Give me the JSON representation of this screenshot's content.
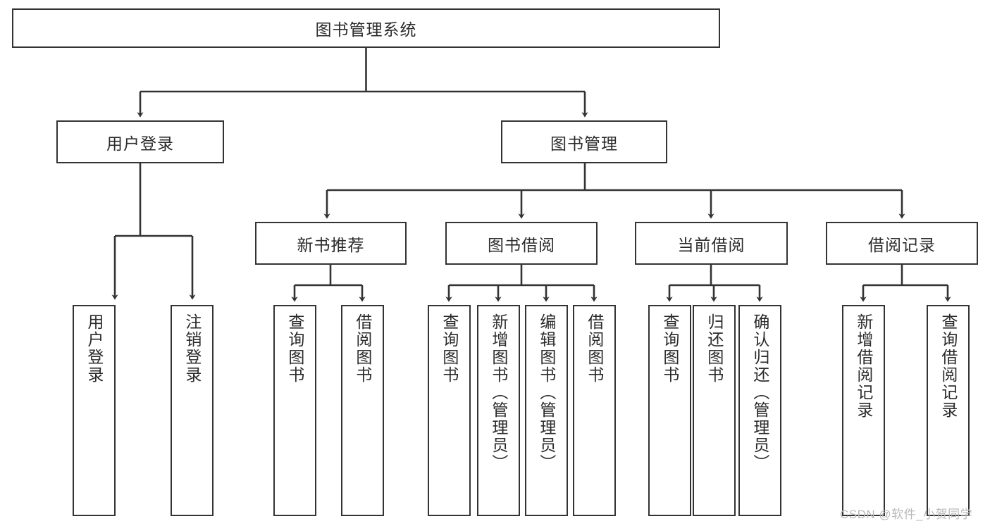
{
  "diagram": {
    "title": "图书管理系统",
    "type": "functional-decomposition-tree",
    "root": {
      "label": "图书管理系统"
    },
    "level2": [
      {
        "id": "user-login",
        "label": "用户登录"
      },
      {
        "id": "book-management",
        "label": "图书管理"
      }
    ],
    "level3": [
      {
        "id": "new-book-recommend",
        "label": "新书推荐",
        "parent": "book-management"
      },
      {
        "id": "book-borrow",
        "label": "图书借阅",
        "parent": "book-management"
      },
      {
        "id": "current-borrow",
        "label": "当前借阅",
        "parent": "book-management"
      },
      {
        "id": "borrow-record",
        "label": "借阅记录",
        "parent": "book-management"
      }
    ],
    "leaves": [
      {
        "id": "leaf-user-login",
        "label": "用户登录",
        "parent": "user-login"
      },
      {
        "id": "leaf-logout-login",
        "label": "注销登录",
        "parent": "user-login"
      },
      {
        "id": "leaf-query-book-1",
        "label": "查询图书",
        "parent": "new-book-recommend"
      },
      {
        "id": "leaf-borrow-book-1",
        "label": "借阅图书",
        "parent": "new-book-recommend"
      },
      {
        "id": "leaf-query-book-2",
        "label": "查询图书",
        "parent": "book-borrow"
      },
      {
        "id": "leaf-add-book",
        "label": "新增图书（管理员）",
        "parent": "book-borrow"
      },
      {
        "id": "leaf-edit-book",
        "label": "编辑图书（管理员）",
        "parent": "book-borrow"
      },
      {
        "id": "leaf-borrow-book-2",
        "label": "借阅图书",
        "parent": "book-borrow"
      },
      {
        "id": "leaf-query-book-3",
        "label": "查询图书",
        "parent": "current-borrow"
      },
      {
        "id": "leaf-return-book",
        "label": "归还图书",
        "parent": "current-borrow"
      },
      {
        "id": "leaf-confirm-return",
        "label": "确认归还（管理员）",
        "parent": "current-borrow"
      },
      {
        "id": "leaf-add-record",
        "label": "新增借阅记录",
        "parent": "borrow-record"
      },
      {
        "id": "leaf-query-record",
        "label": "查询借阅记录",
        "parent": "borrow-record"
      }
    ],
    "colors": {
      "line": "#333333",
      "box_border": "#333333",
      "box_fill": "#ffffff",
      "text": "#2b2b2b",
      "background": "#ffffff",
      "watermark": "#b9b9b9"
    }
  },
  "watermark": {
    "text": "CSDN @软件_小贺同学"
  }
}
